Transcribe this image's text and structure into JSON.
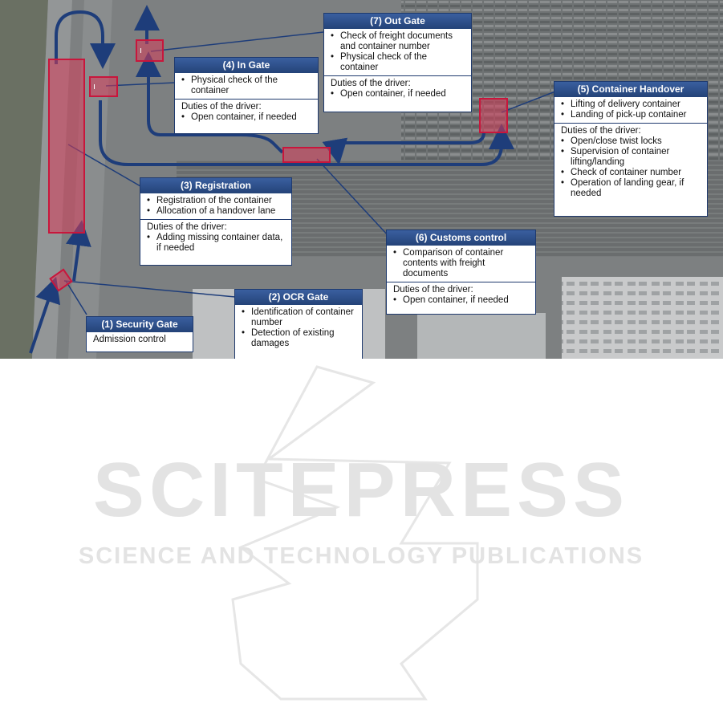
{
  "colors": {
    "box_header": "#2d4f8e",
    "box_border": "#1f3a6e",
    "route_arrow": "#1e3d7a",
    "marker_fill": "#e07a8e",
    "marker_border": "#c8163c",
    "watermark": "#e3e3e3"
  },
  "boxes": {
    "security_gate": {
      "title": "(1) Security Gate",
      "text": "Admission control"
    },
    "ocr_gate": {
      "title": "(2) OCR Gate",
      "bullets": [
        "Identification of container number",
        "Detection of existing damages"
      ]
    },
    "registration": {
      "title": "(3) Registration",
      "bullets": [
        "Registration of the container",
        "Allocation of a handover lane"
      ],
      "duties_label": "Duties of the driver:",
      "duties": [
        "Adding missing container data, if needed"
      ]
    },
    "in_gate": {
      "title": "(4) In Gate",
      "bullets": [
        "Physical check of the container"
      ],
      "duties_label": "Duties of the driver:",
      "duties": [
        "Open container, if needed"
      ]
    },
    "container_handover": {
      "title": "(5) Container Handover",
      "bullets": [
        "Lifting of delivery container",
        "Landing of pick-up container"
      ],
      "duties_label": "Duties of the driver:",
      "duties": [
        "Open/close twist locks",
        "Supervision of container lifting/landing",
        "Check of container number",
        "Operation of landing gear, if needed"
      ]
    },
    "customs_control": {
      "title": "(6) Customs control",
      "bullets": [
        "Comparison of container contents with freight documents"
      ],
      "duties_label": "Duties of the driver:",
      "duties": [
        "Open container, if needed"
      ]
    },
    "out_gate": {
      "title": "(7) Out Gate",
      "bullets": [
        "Check of freight documents and container number",
        "Physical check of the container"
      ],
      "duties_label": "Duties of the driver:",
      "duties": [
        "Open container, if needed"
      ]
    }
  },
  "watermark": {
    "line1": "SCITEPRESS",
    "line2": "SCIENCE AND TECHNOLOGY PUBLICATIONS"
  }
}
